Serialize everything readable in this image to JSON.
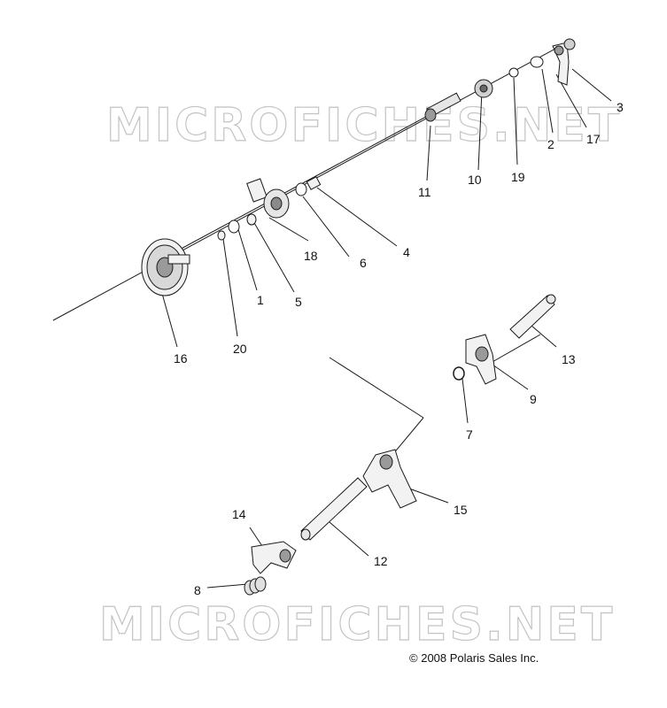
{
  "watermark": "MICROFICHES.NET",
  "copyright": "2008 Polaris Sales Inc.",
  "copyright_symbol": "©",
  "callouts": {
    "n1": "1",
    "n2": "2",
    "n3": "3",
    "n4": "4",
    "n5": "5",
    "n6": "6",
    "n7": "7",
    "n8": "8",
    "n9": "9",
    "n10": "10",
    "n11": "11",
    "n12": "12",
    "n13": "13",
    "n14": "14",
    "n15": "15",
    "n16": "16",
    "n17": "17",
    "n18": "18",
    "n19": "19",
    "n20": "20"
  },
  "colors": {
    "line": "#1a1a1a",
    "part_fill": "#f2f2f2",
    "part_shade": "#9a9a9a",
    "watermark": "#c4c4c4"
  }
}
